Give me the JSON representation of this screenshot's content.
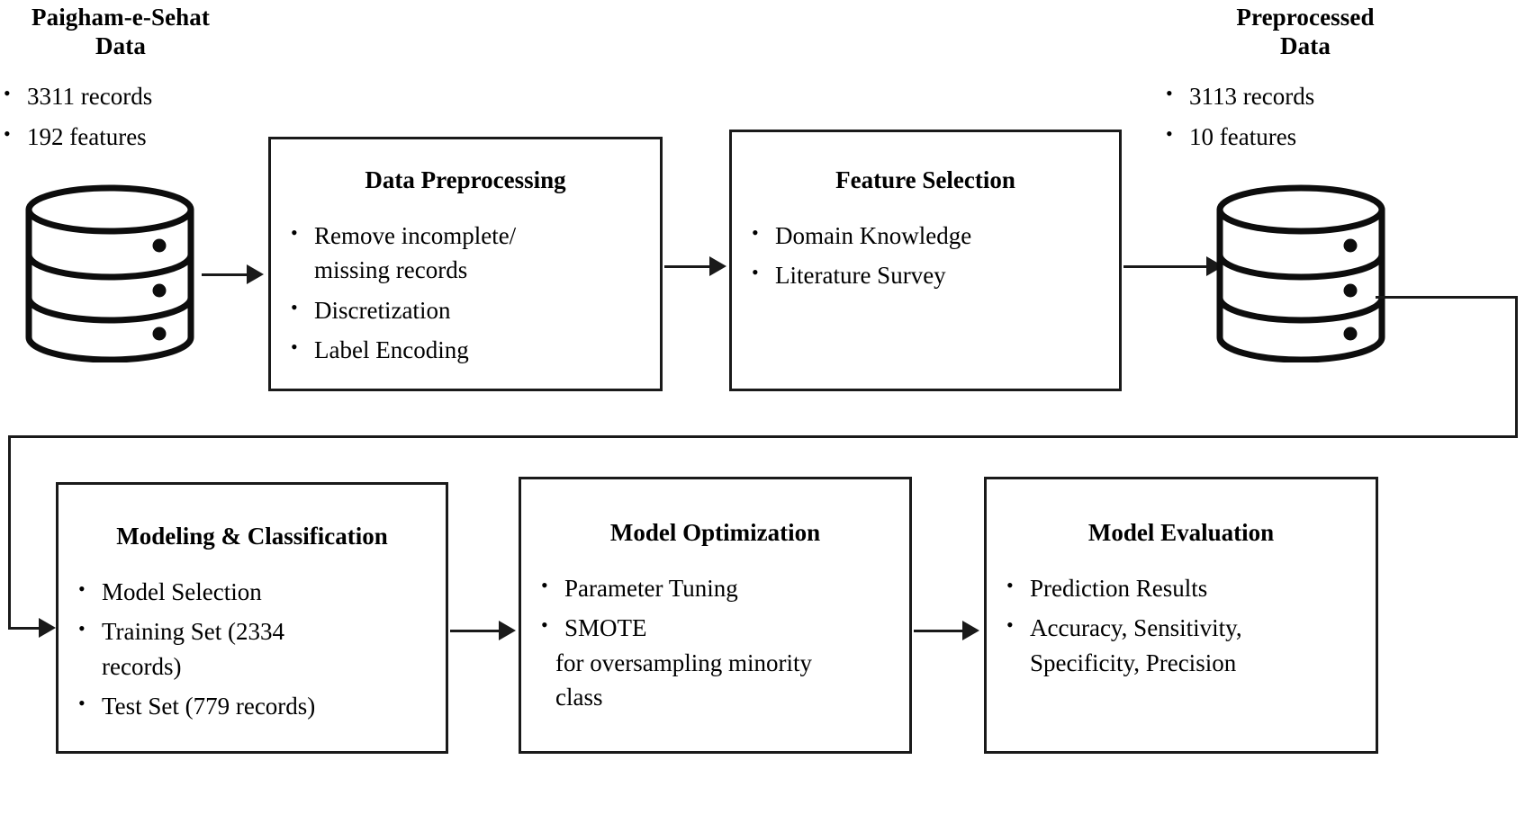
{
  "diagram": {
    "title": "Machine learning pipeline flowchart",
    "line_color": "#1a1a1a",
    "background": "#ffffff"
  },
  "source_data": {
    "caption_line1": "Paigham-e-Sehat",
    "caption_line2": "Data",
    "bullets": [
      "3311 records",
      "192 features"
    ],
    "icon": "database-cylinder-icon"
  },
  "output_data": {
    "caption_line1": "Preprocessed",
    "caption_line2": "Data",
    "bullets": [
      "3113 records",
      "10 features"
    ],
    "icon": "database-cylinder-icon"
  },
  "stages": [
    {
      "id": "data-preprocessing",
      "title": "Data Preprocessing",
      "bullets": [
        {
          "text": "Remove incomplete/",
          "cont": "missing records"
        },
        {
          "text": "Discretization"
        },
        {
          "text": "Label Encoding"
        }
      ]
    },
    {
      "id": "feature-selection",
      "title": "Feature Selection",
      "bullets": [
        {
          "text": "Domain Knowledge"
        },
        {
          "text": "Literature Survey"
        }
      ]
    },
    {
      "id": "modeling-classification",
      "title": "Modeling & Classification",
      "bullets": [
        {
          "text": "Model Selection"
        },
        {
          "text": "Training Set (2334",
          "cont": "records)"
        },
        {
          "text": "Test Set (779 records)"
        }
      ]
    },
    {
      "id": "model-optimization",
      "title": "Model Optimization",
      "bullets": [
        {
          "text": "Parameter Tuning"
        },
        {
          "text": "SMOTE",
          "cont": "for oversampling minority",
          "cont2": "class"
        }
      ]
    },
    {
      "id": "model-evaluation",
      "title": "Model Evaluation",
      "bullets": [
        {
          "text": "Prediction Results"
        },
        {
          "text": "Accuracy, Sensitivity,",
          "cont": "Specificity, Precision"
        }
      ]
    }
  ],
  "bullet_glyph": "•"
}
